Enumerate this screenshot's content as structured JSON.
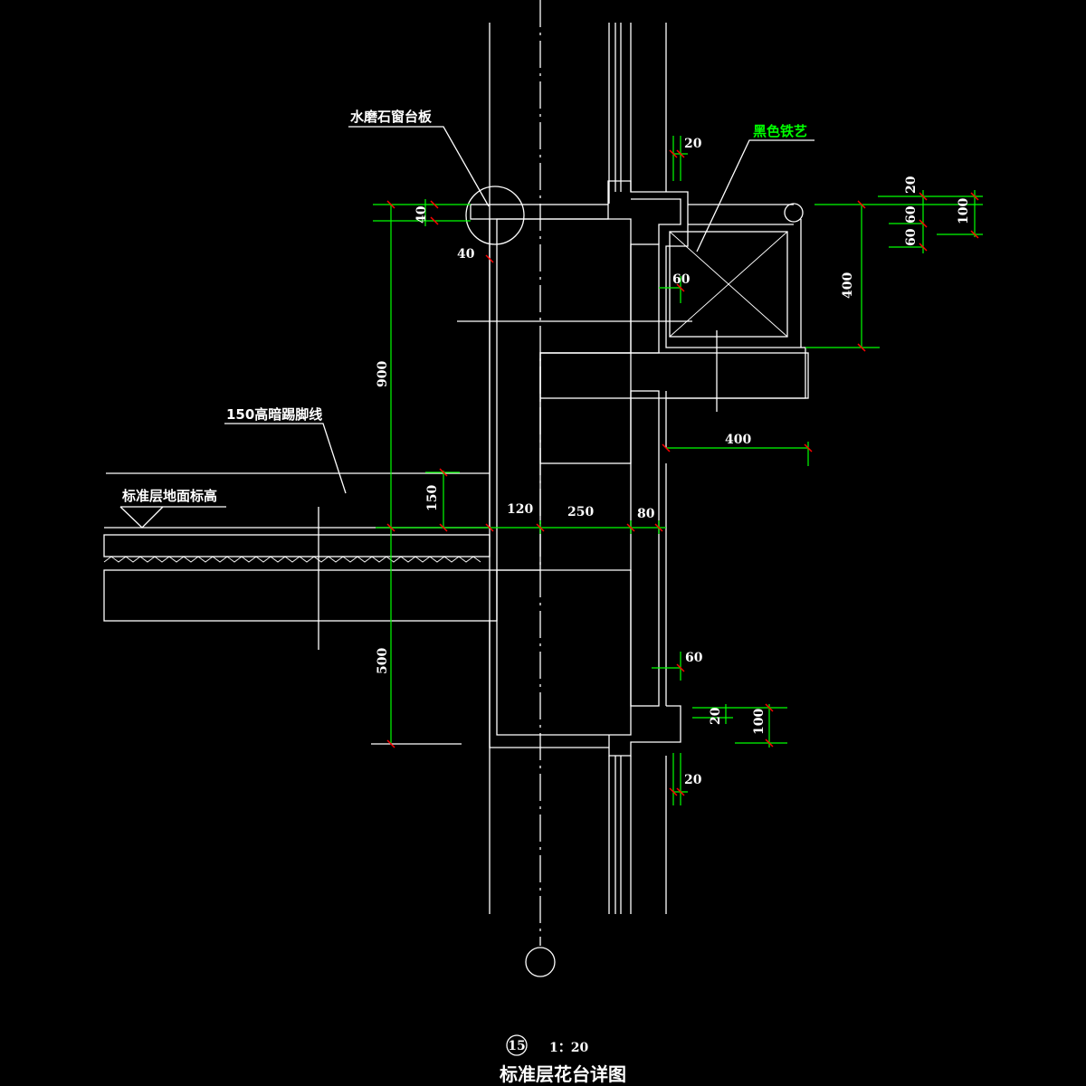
{
  "labels": {
    "sill": "水磨石窗台板",
    "ironwork": "黑色铁艺",
    "skirting": "150高暗踢脚线",
    "floor_level": "标准层地面标高"
  },
  "dims": {
    "d20_top": "20",
    "d40_v": "40",
    "d40_h": "40",
    "d60_ins": "60",
    "d900": "900",
    "d150": "150",
    "d500": "500",
    "d120": "120",
    "d250": "250",
    "d80": "80",
    "d400_h": "400",
    "d400_v": "400",
    "r20": "20",
    "r60a": "60",
    "r60b": "60",
    "r100": "100",
    "b60": "60",
    "b20": "20",
    "b100": "100",
    "b20_bot": "20"
  },
  "footer": {
    "detail_no": "15",
    "scale": "1：20",
    "title": "标准层花台详图"
  },
  "colors": {
    "line": "#ffffff",
    "dimension": "#00ff00",
    "tick": "#ff0000",
    "ext": "#0000ff"
  }
}
